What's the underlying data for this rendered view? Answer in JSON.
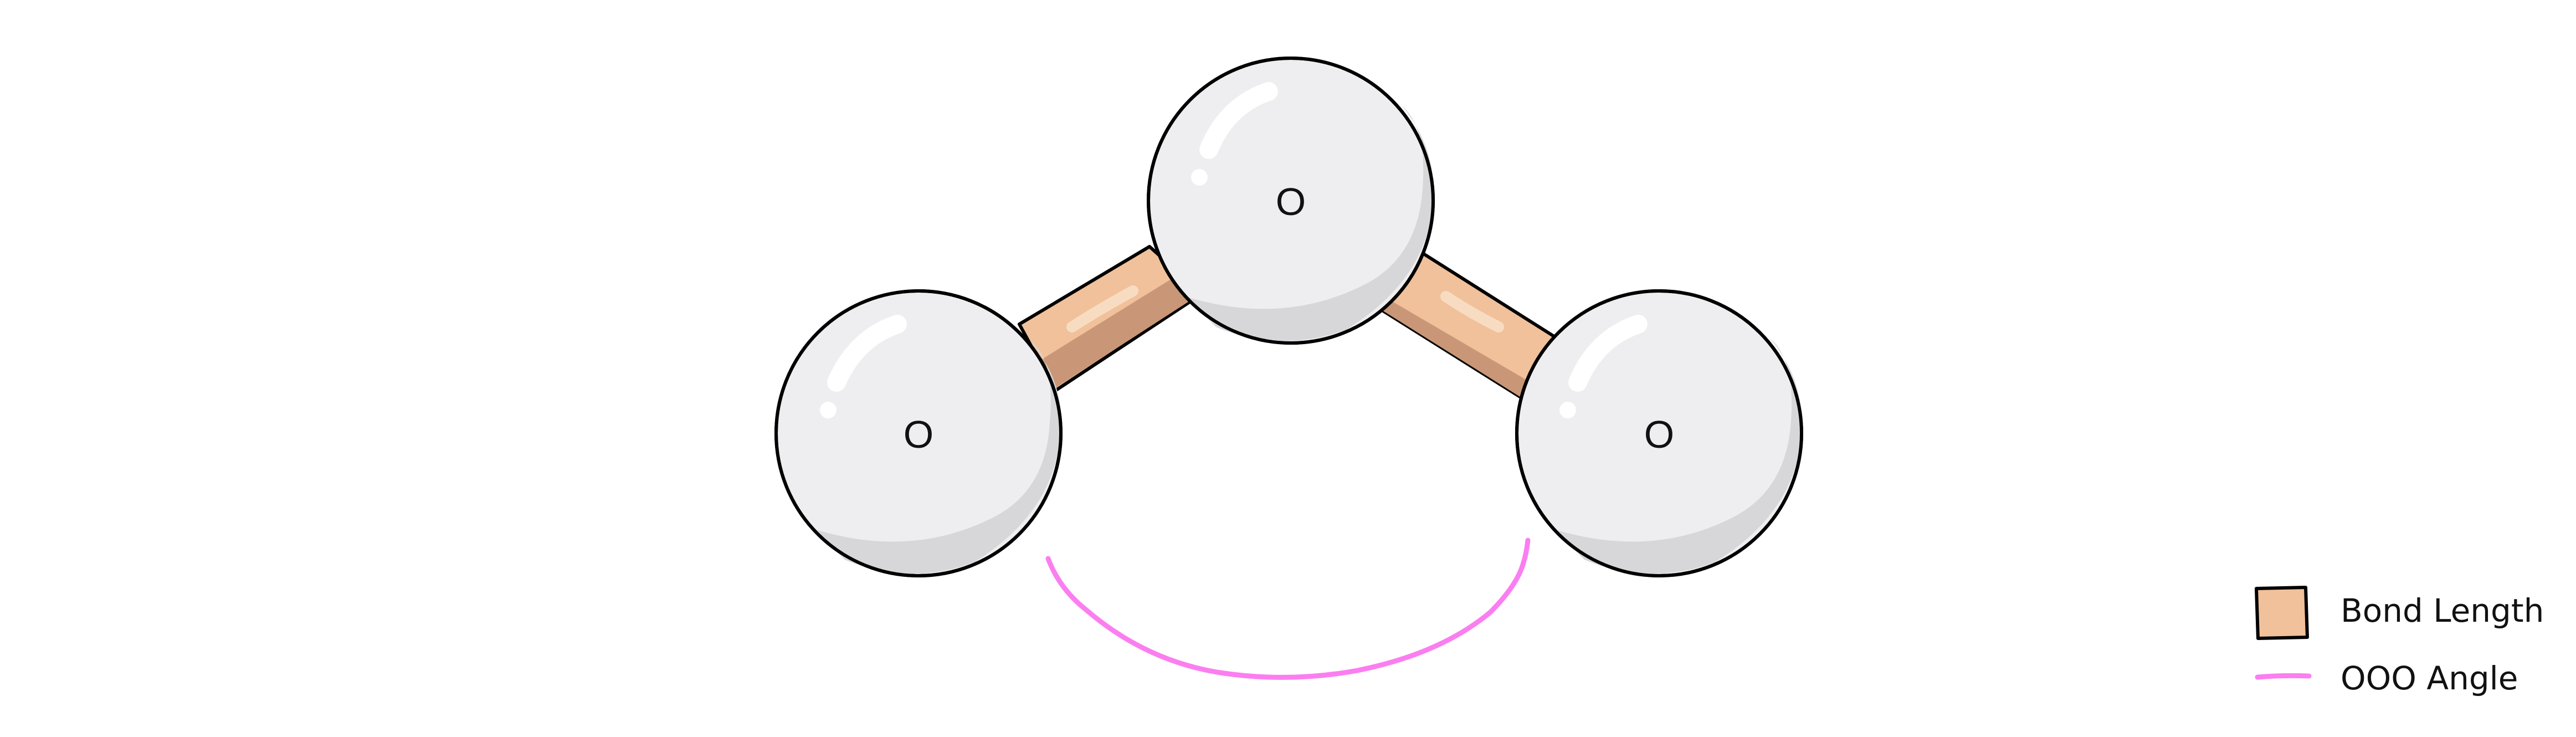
{
  "molecule": {
    "atoms": [
      {
        "id": "left",
        "label": "O"
      },
      {
        "id": "top",
        "label": "O"
      },
      {
        "id": "right",
        "label": "O"
      }
    ],
    "bonds": [
      {
        "from": "left",
        "to": "top"
      },
      {
        "from": "top",
        "to": "right"
      }
    ],
    "angle": {
      "vertex": "top",
      "between": [
        "left",
        "right"
      ]
    }
  },
  "legend": {
    "items": [
      {
        "label": "Bond Length",
        "swatch": "bond",
        "color": "#f0c19b"
      },
      {
        "label": "OOO Angle",
        "swatch": "line",
        "color": "#fb7ef0"
      }
    ]
  },
  "colors": {
    "bond": "#f0c19b",
    "bond_shade": "#c99777",
    "atom_fill": "#eeedef",
    "atom_shade": "#d7d6d8",
    "angle_arc": "#fb7ef0",
    "outline": "#000000"
  }
}
